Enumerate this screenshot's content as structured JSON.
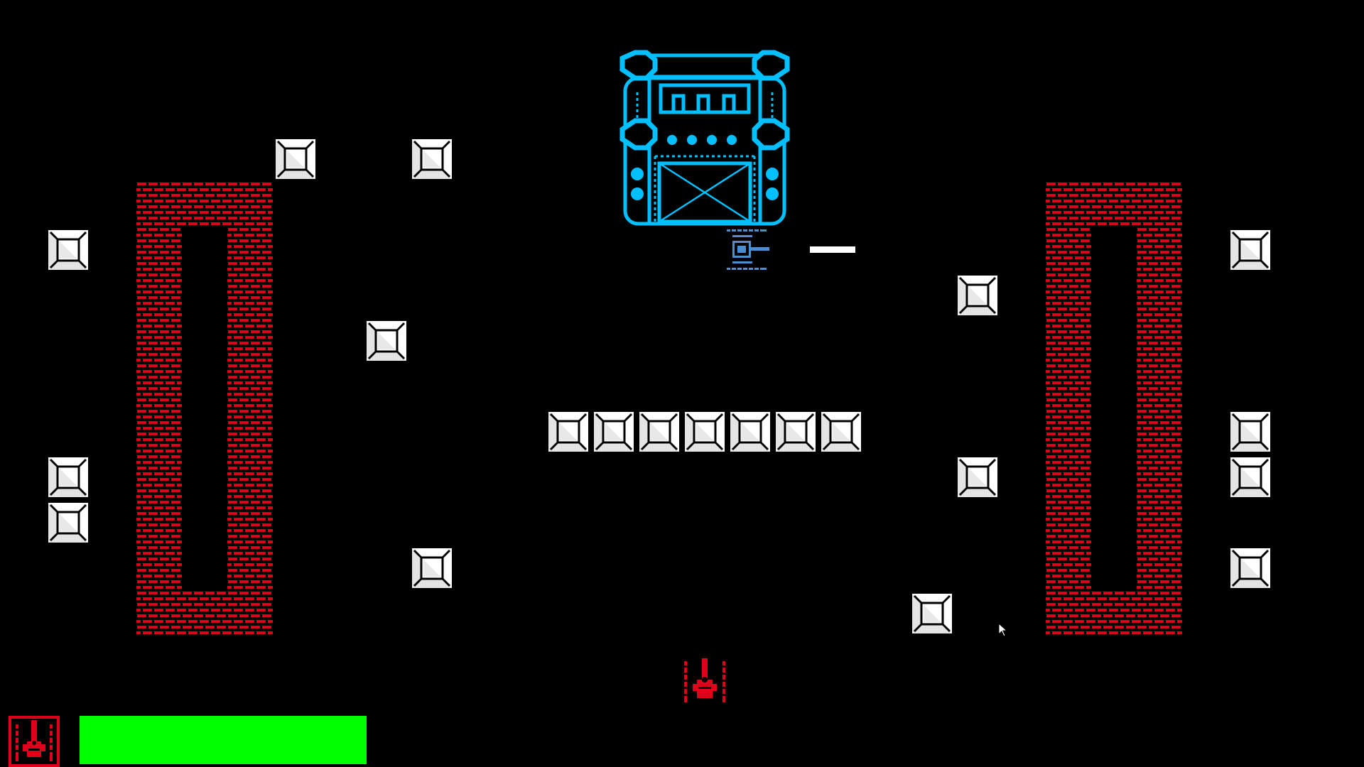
{
  "game": {
    "colors": {
      "background": "#000000",
      "boss": "#00c0ff",
      "enemy_tank": "#4a8fd4",
      "player_tank": "#e0001a",
      "brick": "#e0001a",
      "steel_block": "#ffffff",
      "steel_block_shade": "#e4e4e4",
      "health_bar": "#00ff00",
      "bullet": "#ffffff"
    },
    "entities": {
      "boss": "boss-fortress",
      "enemy": "enemy-tank",
      "player": "player-tank",
      "enemy_facing": "right",
      "player_facing": "up"
    }
  },
  "hud": {
    "player_icon": "player-tank-icon",
    "health_fraction": 1.0
  }
}
